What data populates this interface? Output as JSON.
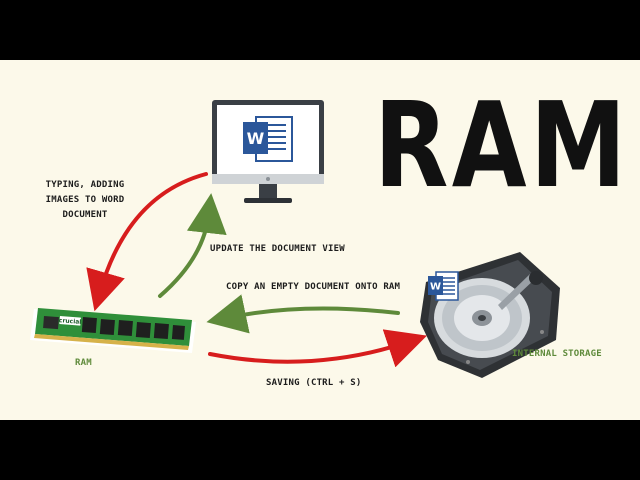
{
  "title": "RAM",
  "labels": {
    "typing": "TYPING, ADDING IMAGES TO WORD DOCUMENT",
    "update": "UPDATE THE DOCUMENT VIEW",
    "copy": "COPY AN EMPTY DOCUMENT ONTO RAM",
    "saving": "SAVING (CTRL + S)",
    "ram": "RAM",
    "storage": "INTERNAL STORAGE"
  },
  "ram_brand": "crucial",
  "word_letter": "W",
  "colors": {
    "background": "#fcf9ea",
    "red_arrow": "#d71d1d",
    "green_arrow": "#5e8a3a",
    "word_blue": "#2b579a",
    "ram_board": "#2f8f3a",
    "label_green": "#5e8a3a"
  },
  "icons": [
    "monitor-icon",
    "word-doc-icon",
    "ram-stick-icon",
    "hard-drive-icon"
  ]
}
